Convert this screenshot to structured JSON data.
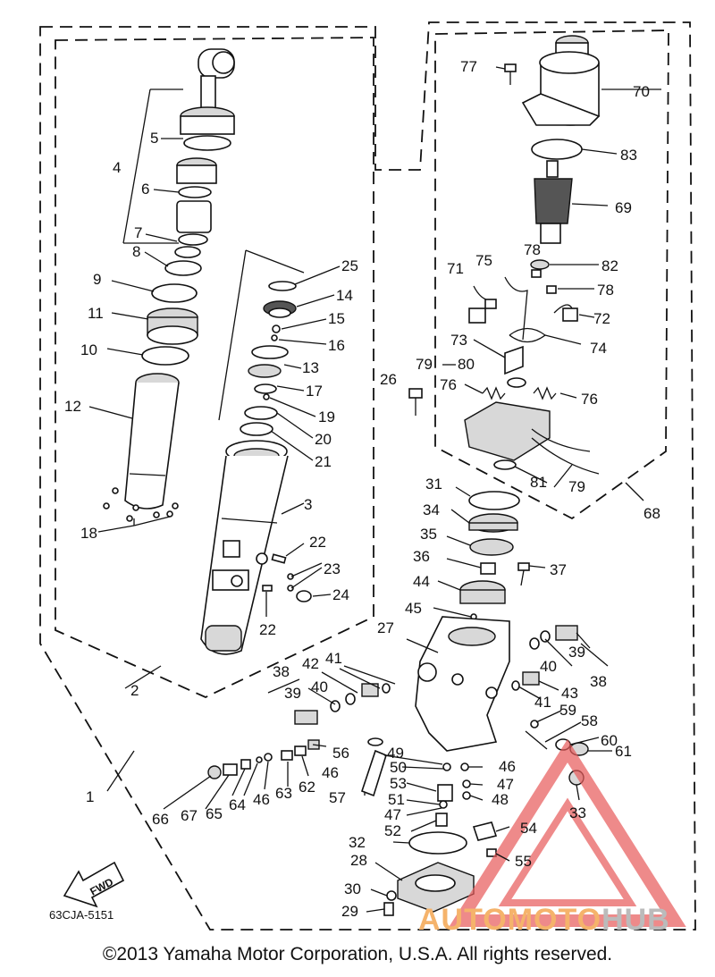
{
  "document_number": "63CJA-5151",
  "copyright": "©2013 Yamaha Motor Corporation, U.S.A. All rights reserved.",
  "fwd_label": "FWD",
  "watermark": {
    "part1": "AUTOMOTO",
    "part2": "HUB",
    "color1": "#f5b36b",
    "color2": "#bbbbbb",
    "logo_color": "#e85a5a"
  },
  "callouts": [
    "1",
    "2",
    "3",
    "4",
    "5",
    "6",
    "7",
    "8",
    "9",
    "10",
    "11",
    "12",
    "13",
    "14",
    "15",
    "16",
    "17",
    "18",
    "19",
    "20",
    "21",
    "22",
    "22",
    "23",
    "24",
    "25",
    "26",
    "27",
    "28",
    "29",
    "30",
    "31",
    "32",
    "33",
    "34",
    "35",
    "36",
    "37",
    "38",
    "38",
    "39",
    "39",
    "40",
    "40",
    "41",
    "41",
    "42",
    "43",
    "44",
    "45",
    "46",
    "46",
    "46",
    "47",
    "47",
    "48",
    "49",
    "50",
    "51",
    "52",
    "53",
    "54",
    "55",
    "56",
    "57",
    "58",
    "59",
    "60",
    "61",
    "62",
    "63",
    "64",
    "65",
    "66",
    "67",
    "68",
    "69",
    "70",
    "71",
    "72",
    "73",
    "74",
    "75",
    "76",
    "76",
    "77",
    "78",
    "78",
    "79",
    "79",
    "80",
    "81",
    "82",
    "83"
  ]
}
